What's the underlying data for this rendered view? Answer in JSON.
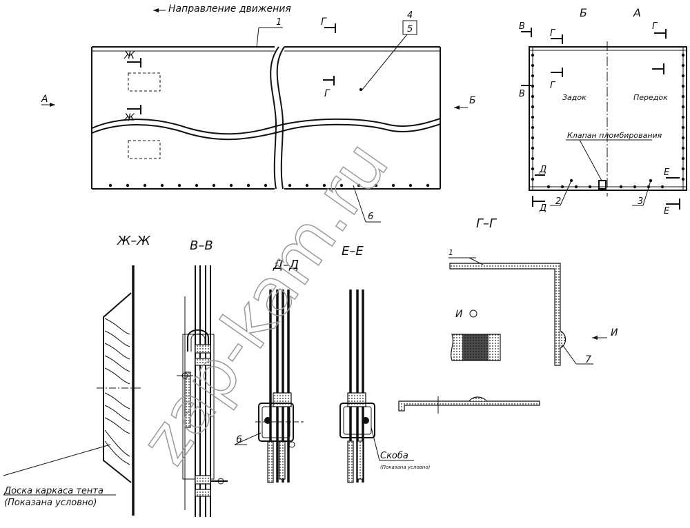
{
  "watermark": "zap-kam.ru",
  "top_view": {
    "direction_label": "Направление движения",
    "view_a": "А",
    "view_b": "Б",
    "cut_g": "Г",
    "cut_zh": "Ж",
    "callout_1": "1",
    "callout_4": "4",
    "callout_5": "5",
    "callout_6": "6"
  },
  "side_view": {
    "view_b_top": "Б",
    "view_a_top": "А",
    "cut_v": "В",
    "cut_g": "Г",
    "cut_d": "Д",
    "cut_e": "Е",
    "rear_label": "Задок",
    "front_label": "Передок",
    "valve_label": "Клапан пломбирования",
    "callout_2": "2",
    "callout_3": "3"
  },
  "sections": {
    "zh_title": "Ж–Ж",
    "v_title": "В–В",
    "d_title": "Д–Д",
    "e_title": "Е–Е",
    "g_title": "Г–Г",
    "board_label_1": "Доска каркаса тента",
    "board_label_2": "(Показана условно)",
    "callout_6": "6",
    "bracket_label": "Скоба",
    "bracket_note": "(Показана условно)",
    "callout_1": "1",
    "callout_7": "7",
    "view_i": "И",
    "detail_i": "И"
  }
}
